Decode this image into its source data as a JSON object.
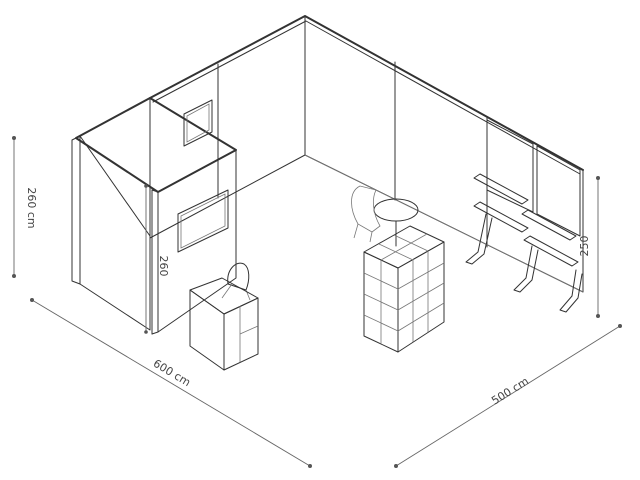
{
  "dimensions": {
    "width_left": "600 cm",
    "width_right": "500 cm",
    "height_outer": "260 cm",
    "height_inner": "260",
    "height_right": "250"
  }
}
